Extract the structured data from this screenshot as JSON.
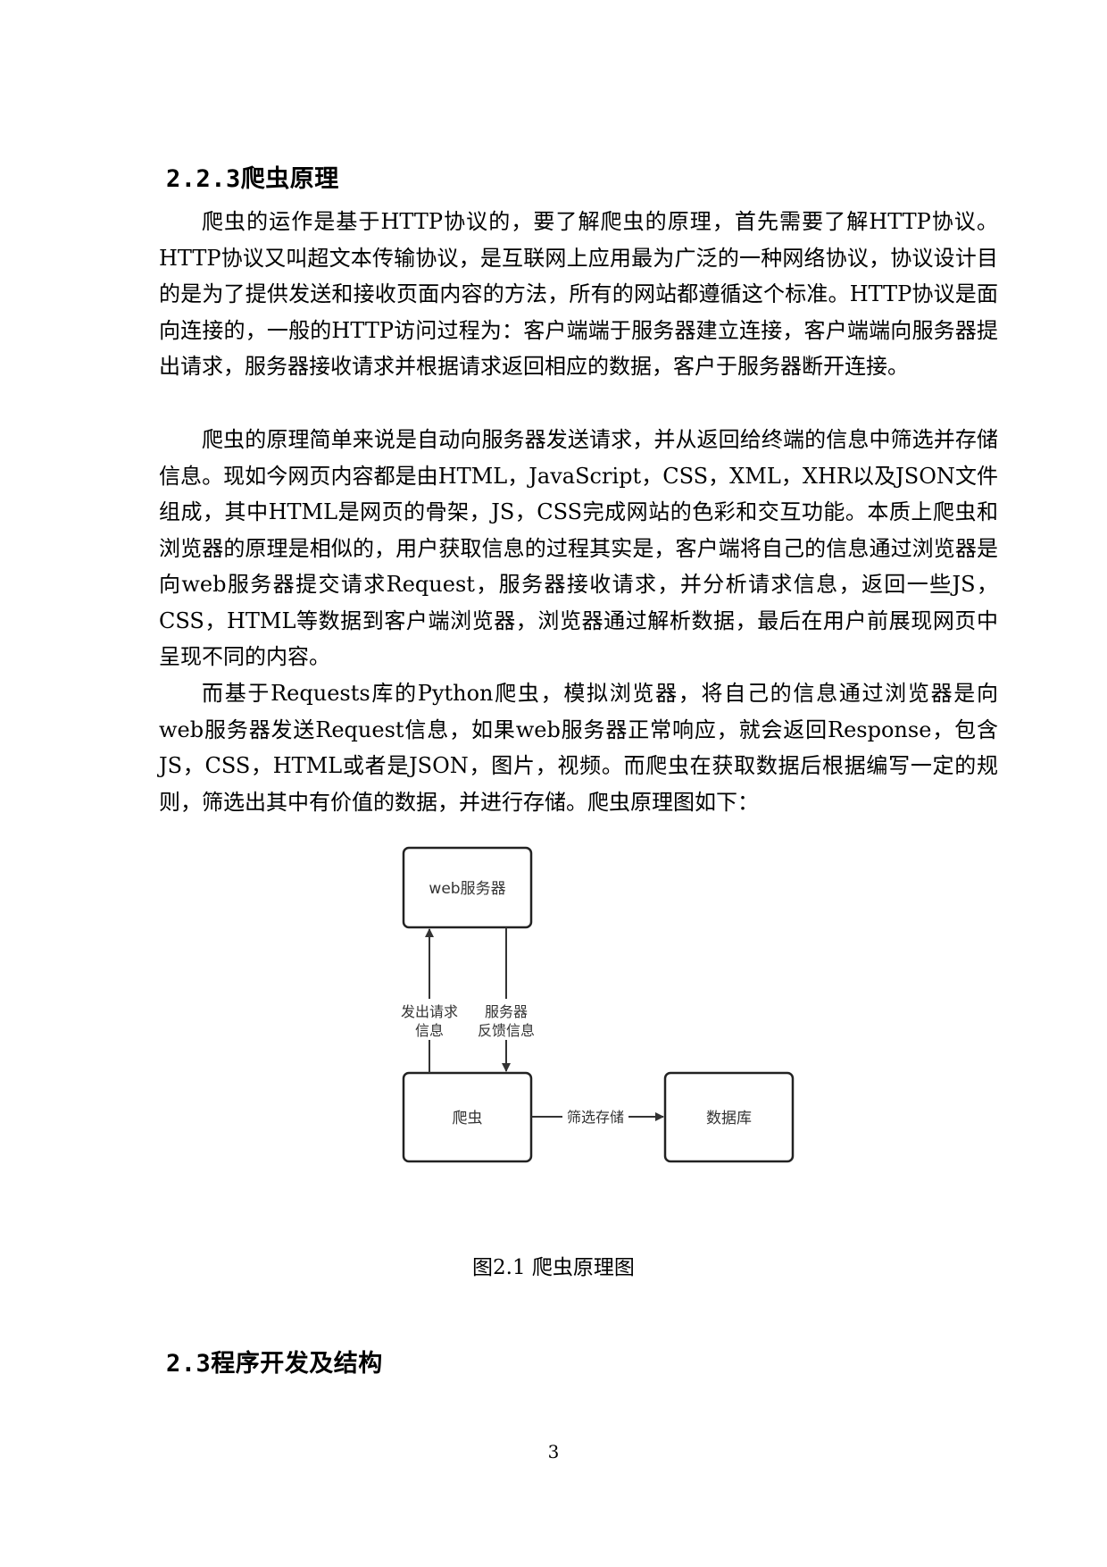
{
  "section_223": {
    "heading": "2.2.3爬虫原理"
  },
  "paragraphs": [
    "爬虫的运作是基于HTTP协议的，要了解爬虫的原理，首先需要了解HTTP协议。HTTP协议又叫超文本传输协议，是互联网上应用最为广泛的一种网络协议，协议设计目的是为了提供发送和接收页面内容的方法，所有的网站都遵循这个标准。HTTP协议是面向连接的，一般的HTTP访问过程为：客户端端于服务器建立连接，客户端端向服务器提出请求，服务器接收请求并根据请求返回相应的数据，客户于服务器断开连接。",
    "爬虫的原理简单来说是自动向服务器发送请求，并从返回给终端的信息中筛选并存储信息。现如今网页内容都是由HTML，JavaScript，CSS，XML，XHR以及JSON文件组成，其中HTML是网页的骨架，JS，CSS完成网站的色彩和交互功能。本质上爬虫和浏览器的原理是相似的，用户获取信息的过程其实是，客户端将自己的信息通过浏览器是向web服务器提交请求Request，服务器接收请求，并分析请求信息，返回一些JS，CSS，HTML等数据到客户端浏览器，浏览器通过解析数据，最后在用户前展现网页中呈现不同的内容。",
    "而基于Requests库的Python爬虫，模拟浏览器，将自己的信息通过浏览器是向web服务器发送Request信息，如果web服务器正常响应，就会返回Response，包含JS，CSS，HTML或者是JSON，图片，视频。而爬虫在获取数据后根据编写一定的规则，筛选出其中有价值的数据，并进行存储。爬虫原理图如下："
  ],
  "diagram": {
    "web_server": "web服务器",
    "crawler": "爬虫",
    "database": "数据库",
    "send_request_line1": "发出请求",
    "send_request_line2": "信息",
    "server_feedback_line1": "服务器",
    "server_feedback_line2": "反馈信息",
    "filter_store": "筛选存储"
  },
  "caption": "图2.1 爬虫原理图",
  "section_23": {
    "heading": "2.3程序开发及结构"
  },
  "page_number": "3"
}
